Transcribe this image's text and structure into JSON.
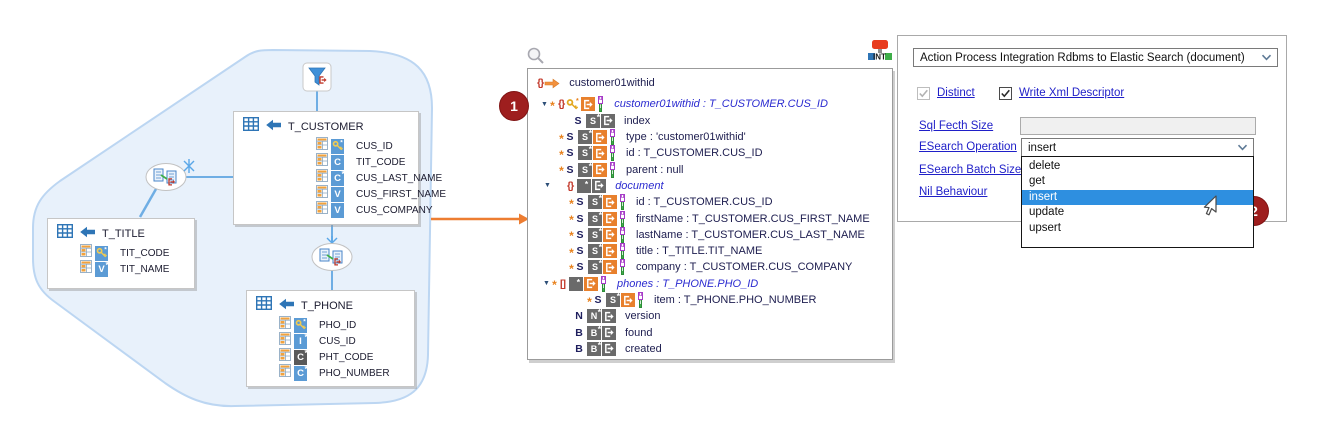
{
  "colors": {
    "accent_orange": "#ED7D31",
    "accent_blue": "#5B9BD5",
    "line_blue": "#6FAEE4",
    "blob_fill": "#E8F1FB",
    "blob_border": "#BCD6F2",
    "selection_blue": "#2E8FE0",
    "badge_red": "#9E1E1E",
    "link_blue": "#1F1FC8",
    "map_text_blue": "#2B2BD0",
    "brace_red": "#C33A2C",
    "box_gray": "#6A6A6A",
    "box_orange": "#E8802C"
  },
  "diagram": {
    "tables": [
      {
        "name": "T_CUSTOMER",
        "columns": [
          {
            "name": "CUS_ID",
            "type": "key"
          },
          {
            "name": "TIT_CODE",
            "type": "C"
          },
          {
            "name": "CUS_LAST_NAME",
            "type": "C",
            "star": true
          },
          {
            "name": "CUS_FIRST_NAME",
            "type": "V"
          },
          {
            "name": "CUS_COMPANY",
            "type": "V"
          }
        ]
      },
      {
        "name": "T_TITLE",
        "columns": [
          {
            "name": "TIT_CODE",
            "type": "key"
          },
          {
            "name": "TIT_NAME",
            "type": "V",
            "star": true
          }
        ]
      },
      {
        "name": "T_PHONE",
        "columns": [
          {
            "name": "PHO_ID",
            "type": "key"
          },
          {
            "name": "CUS_ID",
            "type": "I",
            "star": true
          },
          {
            "name": "PHT_CODE",
            "type": "C",
            "star": true,
            "dark": true
          },
          {
            "name": "PHO_NUMBER",
            "type": "C",
            "star": true
          }
        ]
      }
    ]
  },
  "mapper": {
    "step_badge": "1",
    "rows": [
      {
        "indent": 7,
        "header": true,
        "icons": [
          "brace-curly",
          "arrow-orange"
        ],
        "label": "customer01withid",
        "style": "plain"
      },
      {
        "indent": 12,
        "icons": [
          "caret",
          "star",
          "brace-curly",
          "key",
          "export-orange",
          "badges"
        ],
        "label": "customer01withid : T_CUSTOMER.CUS_ID",
        "style": "map"
      },
      {
        "indent": 45,
        "icons": [
          "letter-S",
          "gbox-S",
          "export-gray"
        ],
        "label": "index",
        "style": "plain"
      },
      {
        "indent": 30,
        "icons": [
          "star",
          "letter-S",
          "gbox-S",
          "export-orange",
          "badges"
        ],
        "label": "type : 'customer01withid'",
        "style": "plain"
      },
      {
        "indent": 30,
        "icons": [
          "star",
          "letter-S",
          "gbox-S",
          "export-orange",
          "badges"
        ],
        "label": "id : T_CUSTOMER.CUS_ID",
        "style": "plain"
      },
      {
        "indent": 30,
        "icons": [
          "star",
          "letter-S",
          "gbox-S",
          "export-orange",
          "badges"
        ],
        "label": "parent : null",
        "style": "plain"
      },
      {
        "indent": 15,
        "icons": [
          "caret",
          "sp",
          "brace-curly",
          "gbox-star",
          "export-gray"
        ],
        "label": "document",
        "style": "map"
      },
      {
        "indent": 40,
        "icons": [
          "star",
          "letter-S",
          "gbox-S",
          "export-orange",
          "badges"
        ],
        "label": "id : T_CUSTOMER.CUS_ID",
        "style": "plain"
      },
      {
        "indent": 40,
        "icons": [
          "star",
          "letter-S",
          "gbox-S",
          "export-orange",
          "badges"
        ],
        "label": "firstName : T_CUSTOMER.CUS_FIRST_NAME",
        "style": "plain"
      },
      {
        "indent": 40,
        "icons": [
          "star",
          "letter-S",
          "gbox-S",
          "export-orange",
          "badges"
        ],
        "label": "lastName : T_CUSTOMER.CUS_LAST_NAME",
        "style": "plain"
      },
      {
        "indent": 40,
        "icons": [
          "star",
          "letter-S",
          "gbox-S",
          "export-orange",
          "badges"
        ],
        "label": "title : T_TITLE.TIT_NAME",
        "style": "plain"
      },
      {
        "indent": 40,
        "icons": [
          "star",
          "letter-S",
          "gbox-S",
          "export-orange",
          "badges"
        ],
        "label": "company : T_CUSTOMER.CUS_COMPANY",
        "style": "plain"
      },
      {
        "indent": 14,
        "icons": [
          "caret",
          "star",
          "brace-square",
          "gbox-star",
          "export-orange",
          "badges"
        ],
        "label": "phones : T_PHONE.PHO_ID",
        "style": "map"
      },
      {
        "indent": 58,
        "icons": [
          "star",
          "letter-S",
          "gbox-S",
          "export-orange",
          "badges"
        ],
        "label": "item : T_PHONE.PHO_NUMBER",
        "style": "plain"
      },
      {
        "indent": 46,
        "icons": [
          "letter-N",
          "gbox-N",
          "export-gray"
        ],
        "label": "version",
        "style": "plain"
      },
      {
        "indent": 46,
        "icons": [
          "letter-B",
          "gbox-B",
          "export-gray"
        ],
        "label": "found",
        "style": "plain"
      },
      {
        "indent": 46,
        "icons": [
          "letter-B",
          "gbox-B",
          "export-gray"
        ],
        "label": "created",
        "style": "plain"
      }
    ]
  },
  "panel": {
    "step_badge": "2",
    "action_dropdown_value": "Action Process Integration Rdbms to Elastic Search (document)",
    "distinct_label": "Distinct",
    "write_xml_label": "Write Xml Descriptor",
    "sql_fetch_label": "Sql Fecth Size",
    "sql_fetch_value": "",
    "esearch_operation_label": "ESearch Operation",
    "esearch_operation_value": "insert",
    "esearch_batch_label": "ESearch Batch Size",
    "nil_behaviour_label": "Nil Behaviour",
    "operation_options": [
      "delete",
      "get",
      "insert",
      "update",
      "upsert"
    ],
    "operation_selected_index": 2
  }
}
